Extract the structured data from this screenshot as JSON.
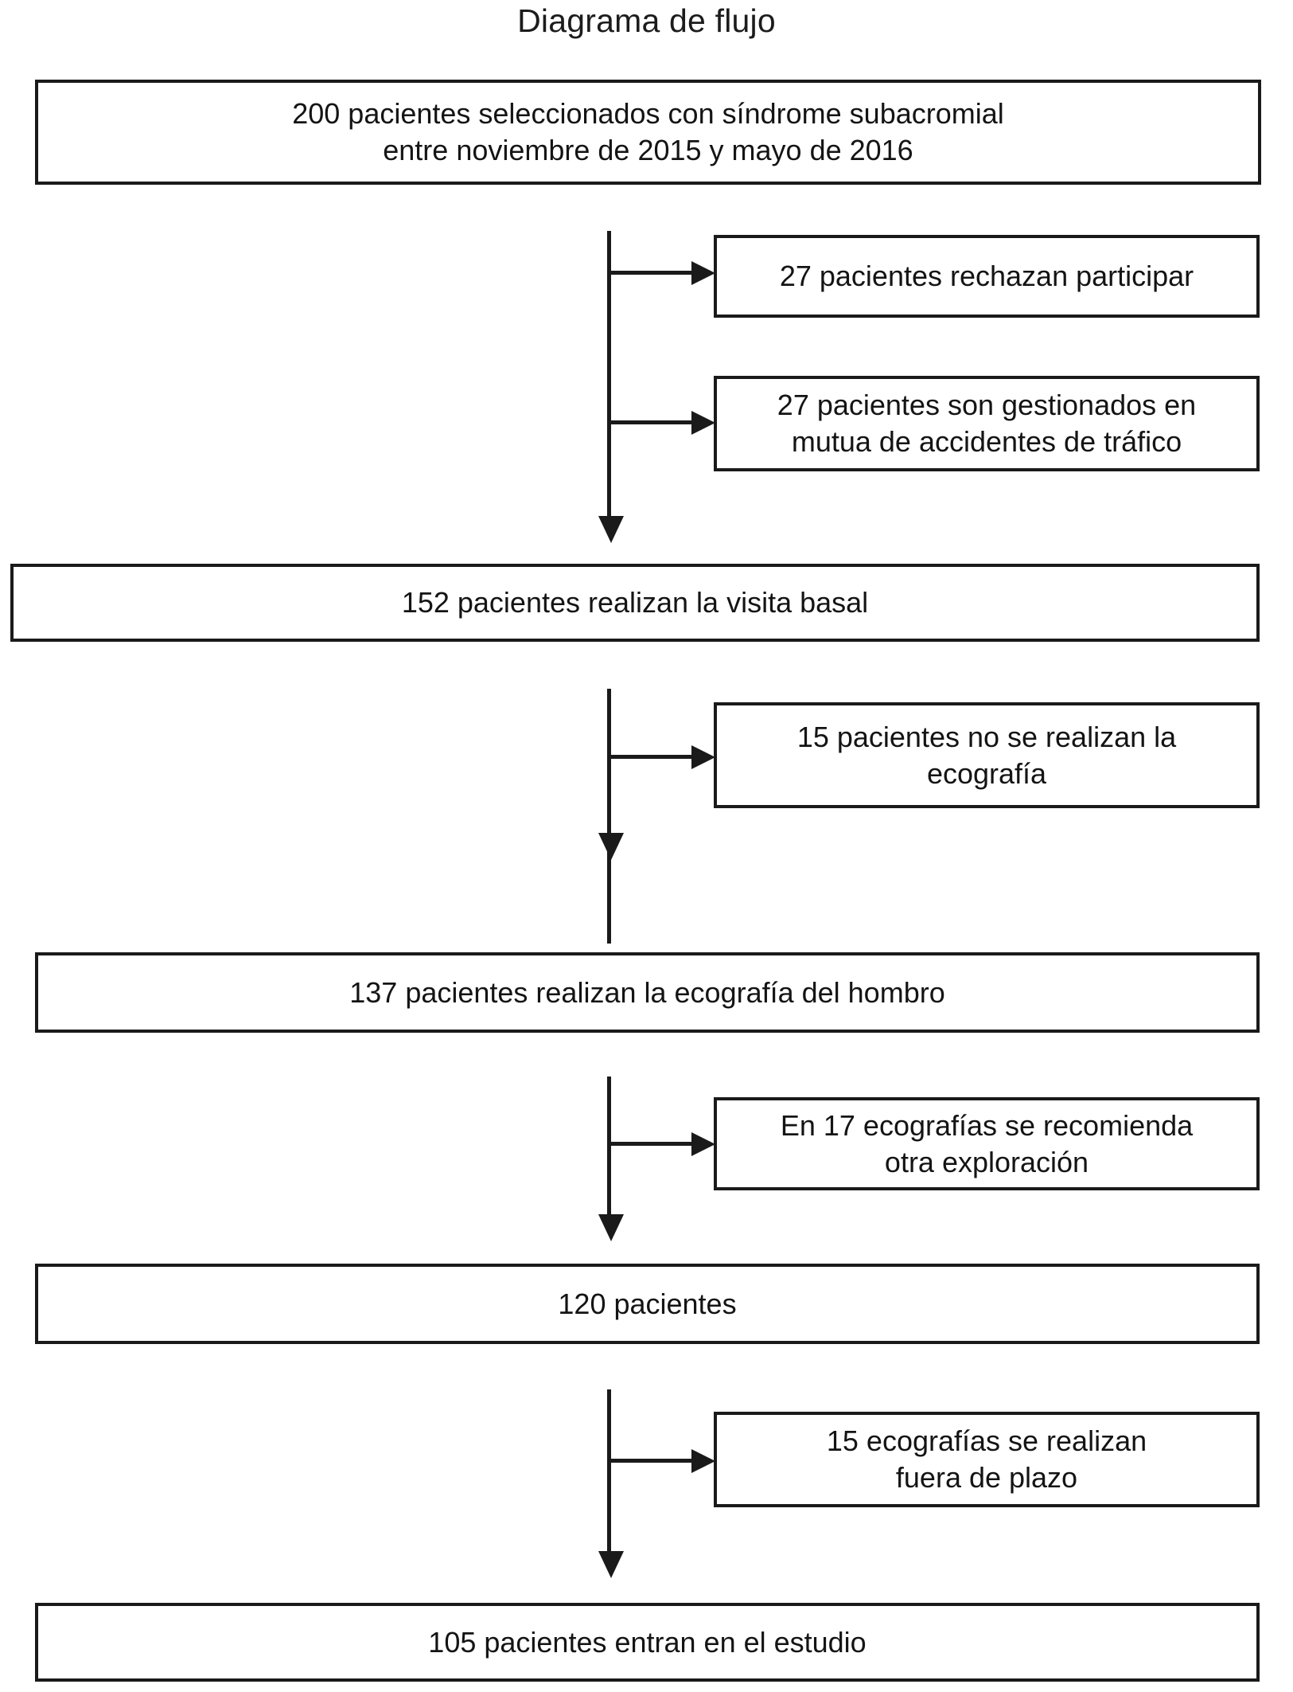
{
  "figure": {
    "title": "Diagrama de flujo",
    "language": "es",
    "type": "patient-flow-diagram"
  },
  "flow": {
    "main_nodes": [
      {
        "id": "node-200",
        "label": "200 pacientes seleccionados con síndrome subacromial\nentre noviembre de 2015 y mayo de 2016",
        "count": 200
      },
      {
        "id": "node-152",
        "label": "152 pacientes realizan la visita basal",
        "count": 152
      },
      {
        "id": "node-137",
        "label": "137 pacientes realizan la ecografía del hombro",
        "count": 137
      },
      {
        "id": "node-120",
        "label": "120 pacientes",
        "count": 120
      },
      {
        "id": "node-105",
        "label": "105 pacientes entran en el estudio",
        "count": 105
      }
    ],
    "exclusion_nodes": [
      {
        "id": "node-rechazan",
        "label": "27 pacientes rechazan participar",
        "count": 27
      },
      {
        "id": "node-mutua",
        "label": "27 pacientes son gestionados en\nmutua de accidentes de tráfico",
        "count": 27
      },
      {
        "id": "node-noeco",
        "label": "15 pacientes no se realizan la\necografía",
        "count": 15
      },
      {
        "id": "node-otraexp",
        "label": "En 17 ecografías se recomienda\notra exploración",
        "count": 17
      },
      {
        "id": "node-plazo",
        "label": "15 ecografías se realizan\nfuera de plazo",
        "count": 15
      }
    ],
    "connectors": [
      {
        "id": "a1",
        "kind": "arrow-right"
      },
      {
        "id": "a2",
        "kind": "arrow-right"
      },
      {
        "id": "a3",
        "kind": "arrow-right"
      },
      {
        "id": "a4",
        "kind": "arrow-right"
      },
      {
        "id": "a5",
        "kind": "arrow-right"
      },
      {
        "id": "ad1",
        "kind": "arrow-down"
      },
      {
        "id": "ad2",
        "kind": "arrow-down"
      },
      {
        "id": "ad3",
        "kind": "arrow-down"
      },
      {
        "id": "ad4",
        "kind": "arrow-down"
      }
    ]
  },
  "colors": {
    "background": "#ffffff",
    "border": "#1a1a1a",
    "text": "#141414",
    "title_text": "#1c1c1c"
  }
}
